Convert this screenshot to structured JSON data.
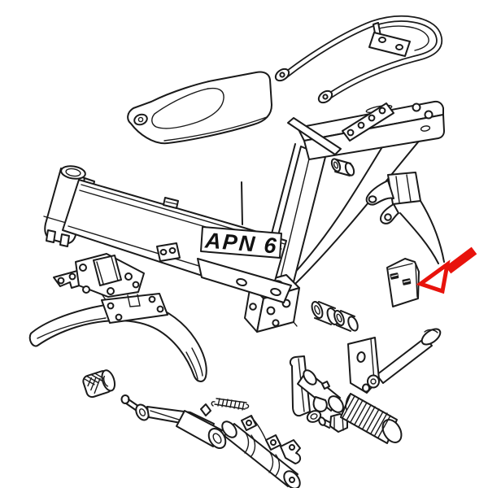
{
  "diagram": {
    "kind": "exploded-parts-diagram",
    "subject": "moped-frame-assembly",
    "frame_label": "APN 6",
    "colors": {
      "line": "#1a1a1a",
      "background": "#ffffff",
      "highlight": "#e8130c"
    },
    "highlight_annotation": {
      "shape": "arrow",
      "direction": "points-down-left",
      "target_part": "instruction-plate"
    },
    "notes": {
      "instruction_plate_markings": "two small stamped glyphs (illegible)"
    },
    "parts": [
      "rear-carrier-rack",
      "chain-guard-cover",
      "frame-head-tube",
      "main-frame-beam",
      "frame-model-label",
      "carrier-mount-rail",
      "strap-plate",
      "rear-frame-pillar",
      "bottom-mount-box",
      "mount-bracket-right",
      "instruction-plate",
      "engine-mount-bracket",
      "front-fender",
      "fender-mount-plate",
      "small-knurled-rubber",
      "stand-lever-assembly",
      "return-spring",
      "stand-crossbar",
      "spacer-bushings",
      "side-stand",
      "footpeg-holder",
      "footpeg-pin",
      "washer",
      "hex-bolt",
      "footpeg-rubber"
    ]
  }
}
